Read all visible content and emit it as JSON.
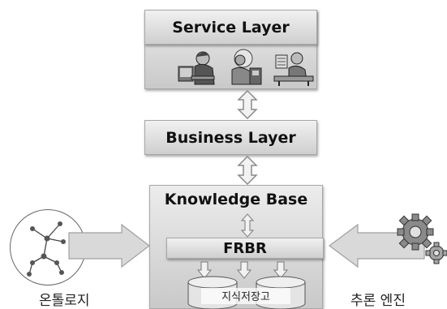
{
  "layers": {
    "service": "Service Layer",
    "business": "Business Layer",
    "knowledge": "Knowledge Base",
    "frbr": "FRBR",
    "storage": "지식저장고"
  },
  "ontology": {
    "label": "온톨로지",
    "icon": "network-graph-icon"
  },
  "inference": {
    "label": "추론 엔진",
    "icon": "gears-icon"
  },
  "service_icons": [
    "person-at-computer-icon",
    "person-with-robot-icon",
    "person-at-desk-icon"
  ]
}
